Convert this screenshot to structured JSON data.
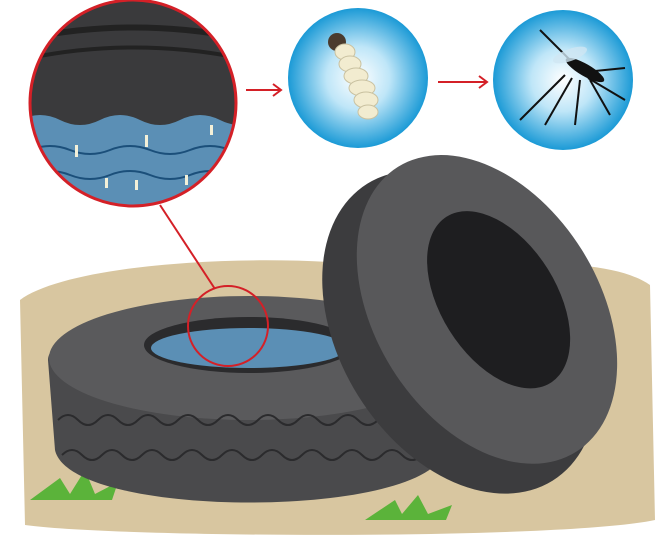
{
  "colors": {
    "ground": "#d8c6a0",
    "tire": "#4a4a4c",
    "tire_dark": "#2b2b2d",
    "water": "#5b8fb5",
    "highlight_ring": "#d42027",
    "circle_sky": "#2aa7df",
    "grass": "#5bb33a"
  },
  "stages": [
    "water-in-tire",
    "larva",
    "mosquito"
  ]
}
